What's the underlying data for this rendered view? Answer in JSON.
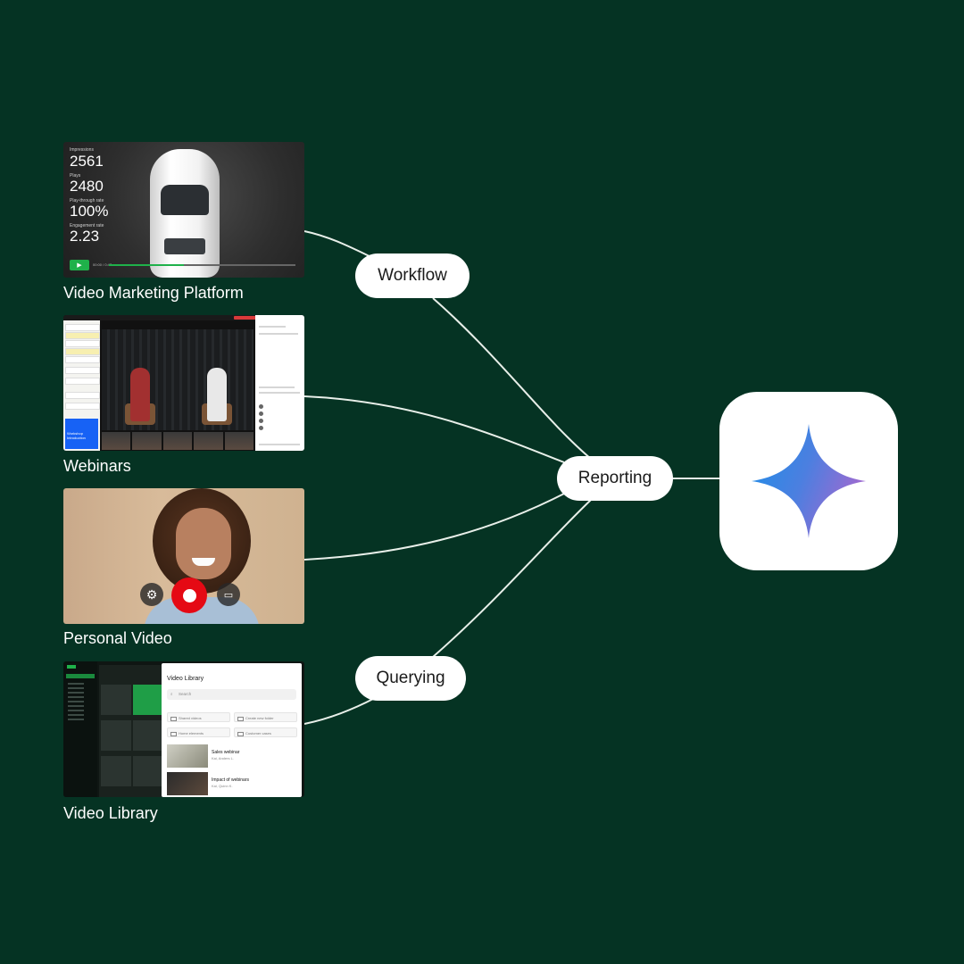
{
  "sources": [
    {
      "caption": "Video Marketing Platform",
      "stats": [
        {
          "label": "Impressions",
          "value": "2561"
        },
        {
          "label": "Plays",
          "value": "2480"
        },
        {
          "label": "Play-through rate",
          "value": "100%"
        },
        {
          "label": "Engagement rate",
          "value": "2.23"
        }
      ],
      "timecode": "00:00 / 0:47",
      "progress": 0.4
    },
    {
      "caption": "Webinars",
      "promo_text": "Workshop Introduction"
    },
    {
      "caption": "Personal Video",
      "controls": [
        "gear-icon",
        "record-button",
        "screen-share-icon"
      ]
    },
    {
      "caption": "Video Library",
      "modal": {
        "title": "Video Library",
        "search_placeholder": "Search",
        "folders": [
          "Shared videos",
          "Create new folder",
          "Home elements",
          "Customer cases"
        ],
        "videos": [
          {
            "title": "Sales webinar",
            "subtitle": "Kai, Anders L."
          },
          {
            "title": "Impact of webinars",
            "subtitle": "Kai, Quinn K."
          }
        ]
      }
    }
  ],
  "nodes": {
    "workflow": "Workflow",
    "reporting": "Reporting",
    "querying": "Querying"
  },
  "colors": {
    "background": "#053323",
    "link": "#e8efe9",
    "pill": "#ffffff",
    "star_gradient": [
      "#1a8fe8",
      "#4c7fe0",
      "#9b6bd1"
    ]
  },
  "hub": {
    "icon": "sparkle-star-icon"
  }
}
